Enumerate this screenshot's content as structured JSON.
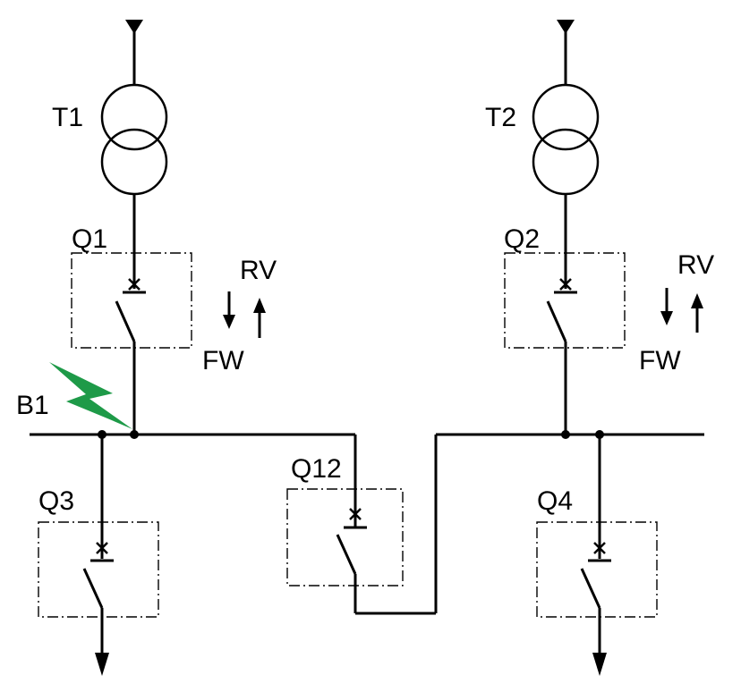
{
  "labels": {
    "t1": "T1",
    "t2": "T2",
    "q1": "Q1",
    "q2": "Q2",
    "q3": "Q3",
    "q4": "Q4",
    "q12": "Q12",
    "b1": "B1",
    "rv_left": "RV",
    "fw_left": "FW",
    "rv_right": "RV",
    "fw_right": "FW"
  },
  "colors": {
    "line": "#000000",
    "fault": "#1e9a48"
  },
  "icons": {
    "fault": "lightning-bolt-icon",
    "breaker": "circuit-breaker-icon",
    "transformer": "transformer-icon"
  }
}
